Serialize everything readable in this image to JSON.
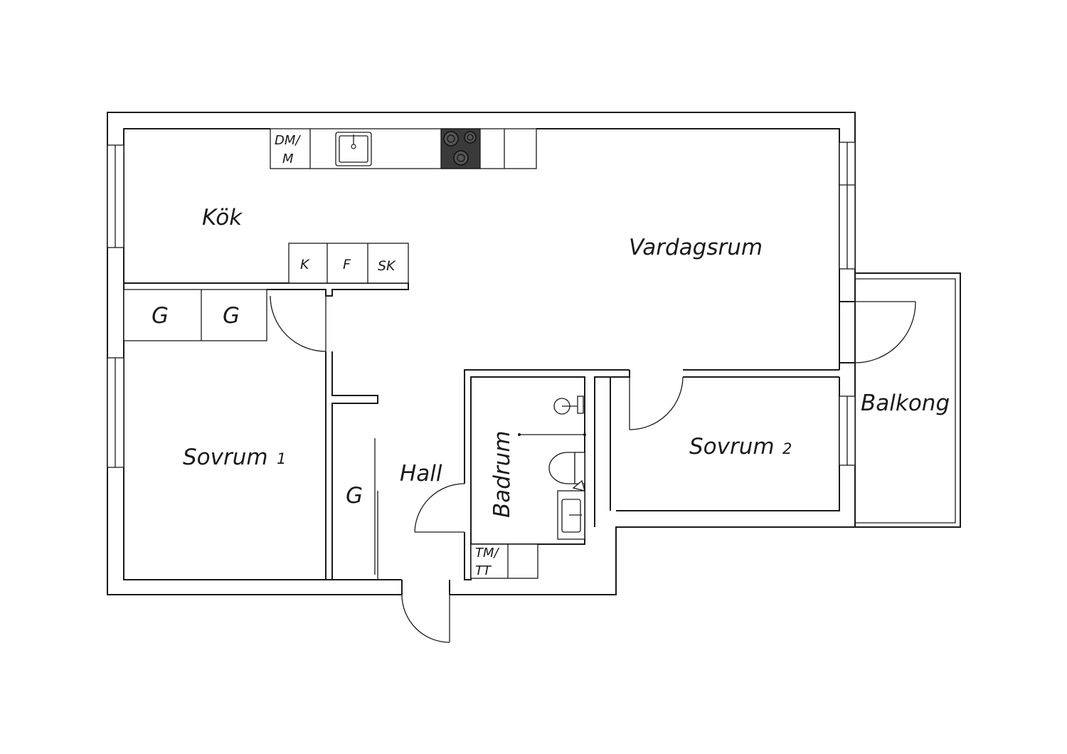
{
  "rooms": {
    "kok": "Kök",
    "vardagsrum": "Vardagsrum",
    "sovrum1": "Sovrum",
    "sovrum1_num": "1",
    "sovrum2": "Sovrum",
    "sovrum2_num": "2",
    "hall": "Hall",
    "badrum": "Badrum",
    "balkong": "Balkong"
  },
  "fixtures": {
    "dishwasher_top": "DM/",
    "dishwasher_bottom": "M",
    "fridge": "K",
    "freezer": "F",
    "cabinet": "SK",
    "wardrobe_1": "G",
    "wardrobe_2": "G",
    "hall_closet": "G",
    "laundry_top": "TM/",
    "laundry_bottom": "TT"
  }
}
